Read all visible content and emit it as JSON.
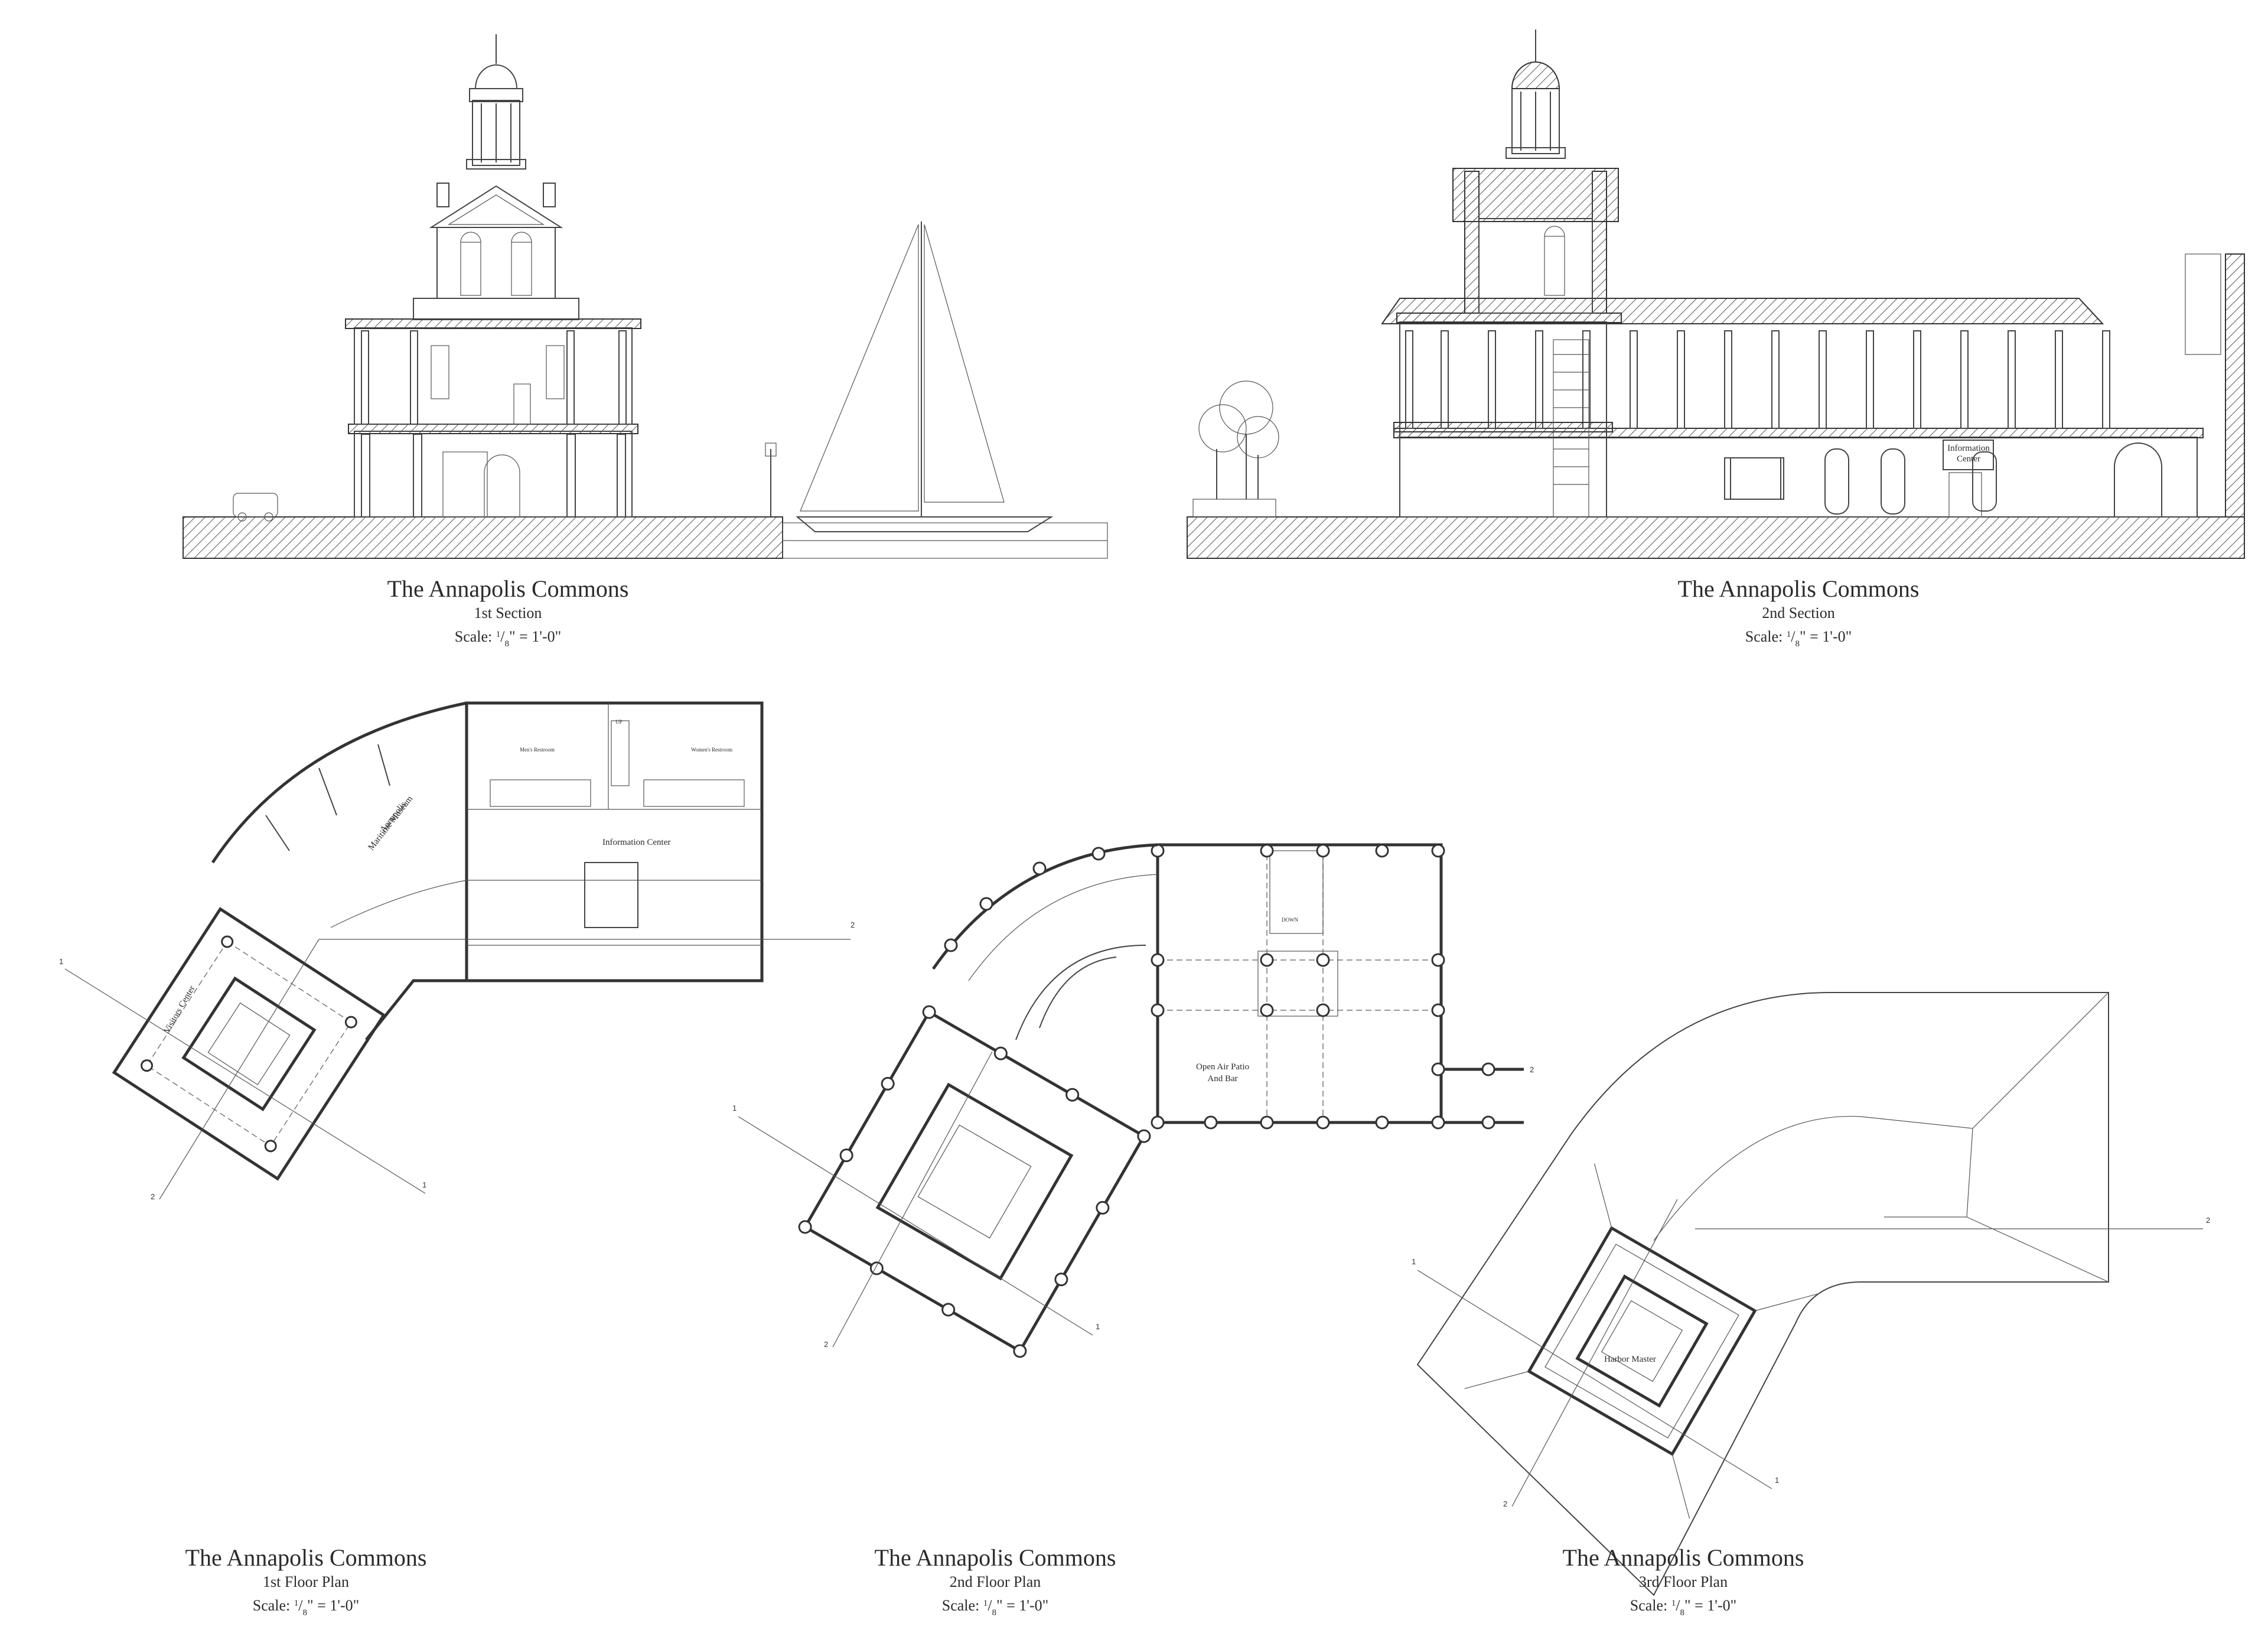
{
  "drawings": [
    {
      "id": "section-1",
      "title": "The Annapolis Commons",
      "subtitle": "1st Section",
      "scale_prefix": "Scale: ",
      "scale_num": "1",
      "scale_den": "8",
      "scale_suffix": "\" = 1'-0\""
    },
    {
      "id": "section-2",
      "title": "The Annapolis Commons",
      "subtitle": "2nd Section",
      "scale_prefix": "Scale: ",
      "scale_num": "1",
      "scale_den": "8",
      "scale_suffix": "\" = 1'-0\""
    },
    {
      "id": "floor-plan-1",
      "title": "The Annapolis Commons",
      "subtitle": "1st Floor Plan",
      "scale_prefix": "Scale: ",
      "scale_num": "1",
      "scale_den": "8",
      "scale_suffix": "\" = 1'-0\""
    },
    {
      "id": "floor-plan-2",
      "title": "The Annapolis Commons",
      "subtitle": "2nd Floor Plan",
      "scale_prefix": "Scale: ",
      "scale_num": "1",
      "scale_den": "8",
      "scale_suffix": "\" = 1'-0\""
    },
    {
      "id": "floor-plan-3",
      "title": "The Annapolis Commons",
      "subtitle": "3rd Floor Plan",
      "scale_prefix": "Scale: ",
      "scale_num": "1",
      "scale_den": "8",
      "scale_suffix": "\" = 1'-0\""
    }
  ],
  "rooms": {
    "information_center_section": "Information",
    "information_center_section_2": "Center",
    "mens_restroom": "Men's Restroom",
    "womens_restroom": "Women's Restroom",
    "information_center": "Information Center",
    "museum_line1": "Annapolis",
    "museum_line2": "Maritime Museum",
    "visitors_center": "Visitors Center",
    "open_air_patio_line1": "Open Air Patio",
    "open_air_patio_line2": "And Bar",
    "harbor_master": "Harbor Master",
    "down": "DOWN",
    "up": "UP"
  },
  "section_markers": {
    "one": "1",
    "two": "2"
  },
  "colors": {
    "line": "#333333",
    "background": "#ffffff"
  }
}
